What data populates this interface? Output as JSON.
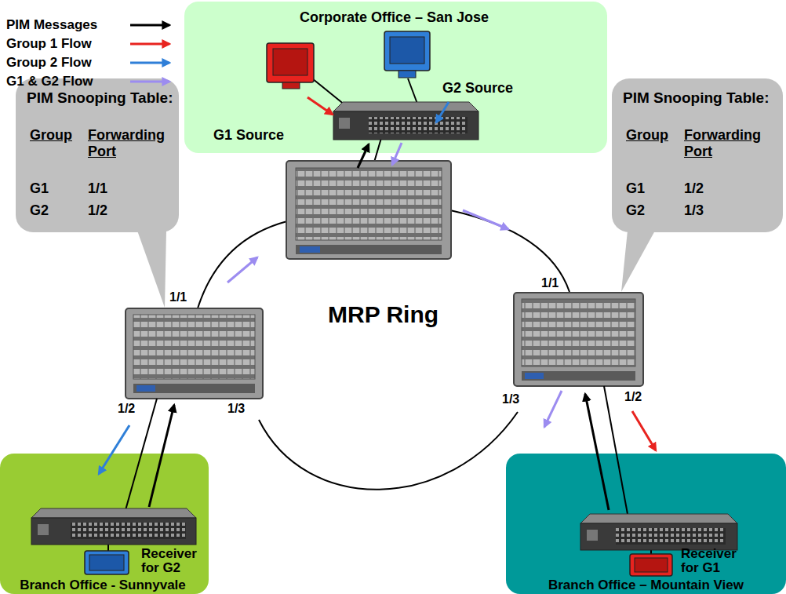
{
  "diagram": {
    "nodes": [
      {
        "text": [
          "Corporate Office – San Jose"
        ]
      },
      {
        "text": [
          "G1 Source"
        ],
        "in": 0
      },
      {
        "text": [
          "G2 Source"
        ],
        "in": 0
      },
      {
        "text": [
          "PIM Snooping Table:",
          "Group",
          "Forwarding Port",
          "G1",
          "1/1",
          "G2",
          "1/2"
        ]
      },
      {
        "text": [
          "PIM Snooping Table:",
          "Group",
          "Forwarding Port",
          "G1",
          "1/2",
          "G2",
          "1/3"
        ]
      },
      {
        "text": [
          "1/1",
          "1/2",
          "1/3"
        ]
      },
      {
        "text": [
          "1/1",
          "1/3",
          "1/2"
        ]
      },
      {
        "text": [
          "Branch Office - Sunnyvale"
        ]
      },
      {
        "text": [
          "Receiver for G2"
        ],
        "in": 7
      },
      {
        "text": [
          "Branch Office – Mountain View"
        ]
      },
      {
        "text": [
          "Receiver for G1"
        ],
        "in": 9
      }
    ],
    "edges": [
      {
        "from": 5,
        "to": 6,
        "arrow": "none"
      }
    ],
    "labels": [
      "MRP Ring"
    ],
    "legend": [
      {
        "text": "PIM Messages"
      },
      {
        "text": "Group 1 Flow"
      },
      {
        "text": "Group 2 Flow"
      },
      {
        "text": "G1 & G2 Flow"
      }
    ]
  }
}
